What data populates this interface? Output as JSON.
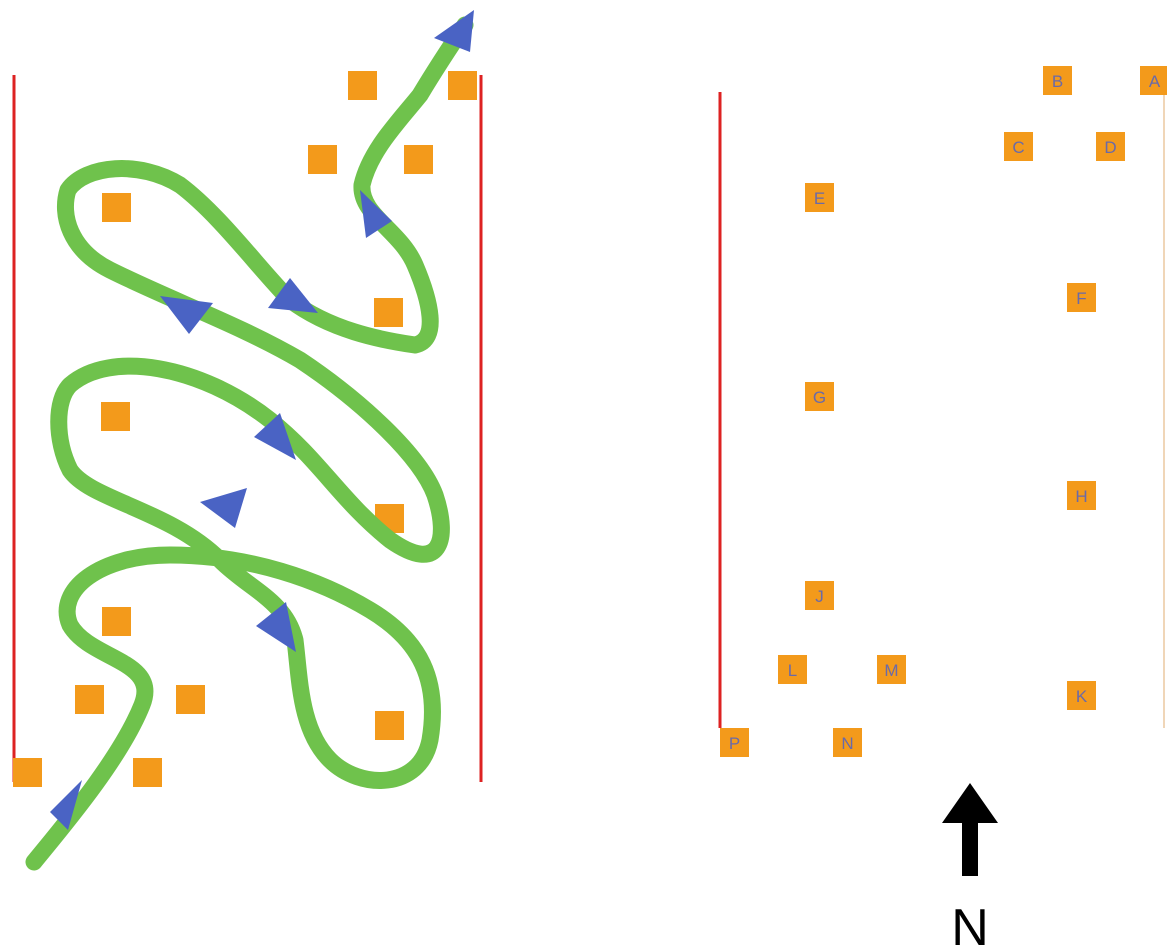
{
  "colors": {
    "boundary": "#dd2222",
    "marker": "#f39a1b",
    "marker_text": "#6a6aa8",
    "path": "#6fc24c",
    "arrowhead": "#4a63c4",
    "north_arrow": "#000000"
  },
  "right_panel": {
    "markers": [
      {
        "id": "A",
        "label": "A"
      },
      {
        "id": "B",
        "label": "B"
      },
      {
        "id": "C",
        "label": "C"
      },
      {
        "id": "D",
        "label": "D"
      },
      {
        "id": "E",
        "label": "E"
      },
      {
        "id": "F",
        "label": "F"
      },
      {
        "id": "G",
        "label": "G"
      },
      {
        "id": "H",
        "label": "H"
      },
      {
        "id": "J",
        "label": "J"
      },
      {
        "id": "K",
        "label": "K"
      },
      {
        "id": "L",
        "label": "L"
      },
      {
        "id": "M",
        "label": "M"
      },
      {
        "id": "N",
        "label": "N"
      },
      {
        "id": "P",
        "label": "P"
      }
    ]
  },
  "compass": {
    "label": "N",
    "icon": "north-arrow-icon"
  }
}
